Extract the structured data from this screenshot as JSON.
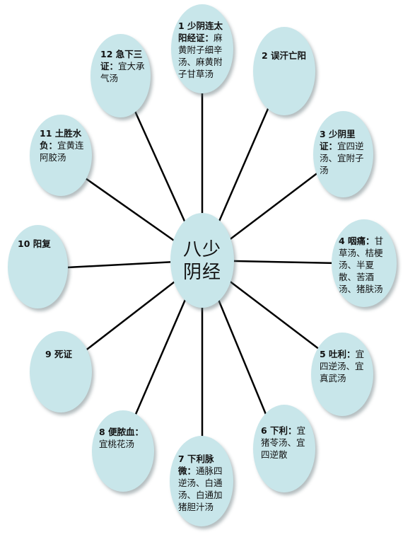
{
  "center": {
    "title_line1": "八少",
    "title_line2": "阴经"
  },
  "nodes": [
    {
      "bold": "1 少阴连太阳经证：",
      "text": "麻黄附子细辛汤、麻黄附子甘草汤"
    },
    {
      "bold": "2 误汗亡阳",
      "text": ""
    },
    {
      "bold": "3 少阴里证：",
      "text": "宜四逆汤、宜附子汤"
    },
    {
      "bold": "4 咽痛：",
      "text": "甘草汤、桔梗汤、半夏散、苦酒汤、猪肤汤"
    },
    {
      "bold": "5 吐利：",
      "text": "宜四逆汤、宜真武汤"
    },
    {
      "bold": "6 下利：",
      "text": "宜猪苓汤、宜四逆散"
    },
    {
      "bold": "7 下利脉微：",
      "text": "通脉四逆汤、白通汤、白通加猪胆汁汤"
    },
    {
      "bold": "8 便脓血：",
      "text": "宜桃花汤"
    },
    {
      "bold": "9 死证",
      "text": ""
    },
    {
      "bold": "10 阳复",
      "text": ""
    },
    {
      "bold": "11 土胜水负：",
      "text": "宜黄连阿胶汤"
    },
    {
      "bold": "12 急下三证：",
      "text": "宜大承气汤"
    }
  ]
}
